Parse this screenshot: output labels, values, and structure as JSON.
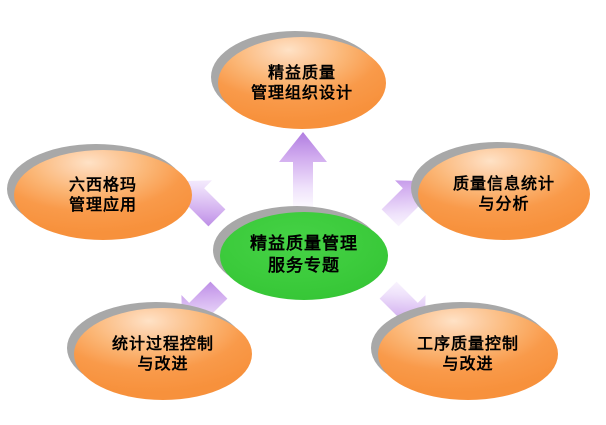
{
  "diagram": {
    "type": "radial-hub-and-spoke",
    "background_color": "#ffffff",
    "center": {
      "id": "center",
      "lines": [
        "精益质量管理",
        "服务专题"
      ],
      "fill_color": "#33cc33",
      "text_color": "#000000"
    },
    "nodes": [
      {
        "id": "top",
        "position": "top",
        "lines": [
          "精益质量",
          "管理组织设计"
        ],
        "fill_color": "#f79646",
        "shadow_color": "#a8a8a8",
        "text_color": "#000000"
      },
      {
        "id": "right",
        "position": "right",
        "lines": [
          "质量信息统计",
          "与分析"
        ],
        "fill_color": "#f79646",
        "shadow_color": "#a8a8a8",
        "text_color": "#000000"
      },
      {
        "id": "left",
        "position": "left",
        "lines": [
          "六西格玛",
          "管理应用"
        ],
        "fill_color": "#f79646",
        "shadow_color": "#a8a8a8",
        "text_color": "#000000"
      },
      {
        "id": "bottom-left",
        "position": "bottom-left",
        "lines": [
          "统计过程控制",
          "与改进"
        ],
        "fill_color": "#f79646",
        "shadow_color": "#a8a8a8",
        "text_color": "#000000"
      },
      {
        "id": "bottom-right",
        "position": "bottom-right",
        "lines": [
          "工序质量控制",
          "与改进"
        ],
        "fill_color": "#f79646",
        "shadow_color": "#a8a8a8",
        "text_color": "#000000"
      }
    ],
    "arrows": [
      {
        "id": "arrow-up",
        "from": "center",
        "to": "top",
        "direction": "up",
        "color_head": "#b07de0",
        "color_tail": "#ffffff"
      },
      {
        "id": "arrow-up-right",
        "from": "center",
        "to": "right",
        "direction": "up-right",
        "color_head": "#b07de0",
        "color_tail": "#ffffff"
      },
      {
        "id": "arrow-up-left",
        "from": "center",
        "to": "left",
        "direction": "up-left",
        "color_head": "#b07de0",
        "color_tail": "#ffffff"
      },
      {
        "id": "arrow-down-left",
        "from": "center",
        "to": "bottom-left",
        "direction": "down-left",
        "color_head": "#b07de0",
        "color_tail": "#ffffff"
      },
      {
        "id": "arrow-down-right",
        "from": "center",
        "to": "bottom-right",
        "direction": "down-right",
        "color_head": "#b07de0",
        "color_tail": "#ffffff"
      }
    ]
  }
}
